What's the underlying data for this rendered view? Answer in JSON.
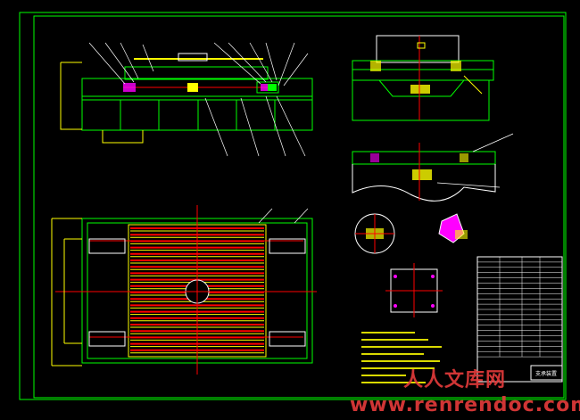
{
  "watermark": {
    "cn": "人人文库网",
    "url": "www.renrendoc.com"
  },
  "title_block": {
    "title": "支承装置"
  },
  "colors": {
    "background": "#000000",
    "frame": "#00ff00",
    "outline": "#ffffff",
    "yellow": "#ffff00",
    "centerline": "#ff0000",
    "cyan": "#00ffff",
    "magenta": "#ff00ff",
    "watermark": "#e63b3b"
  }
}
